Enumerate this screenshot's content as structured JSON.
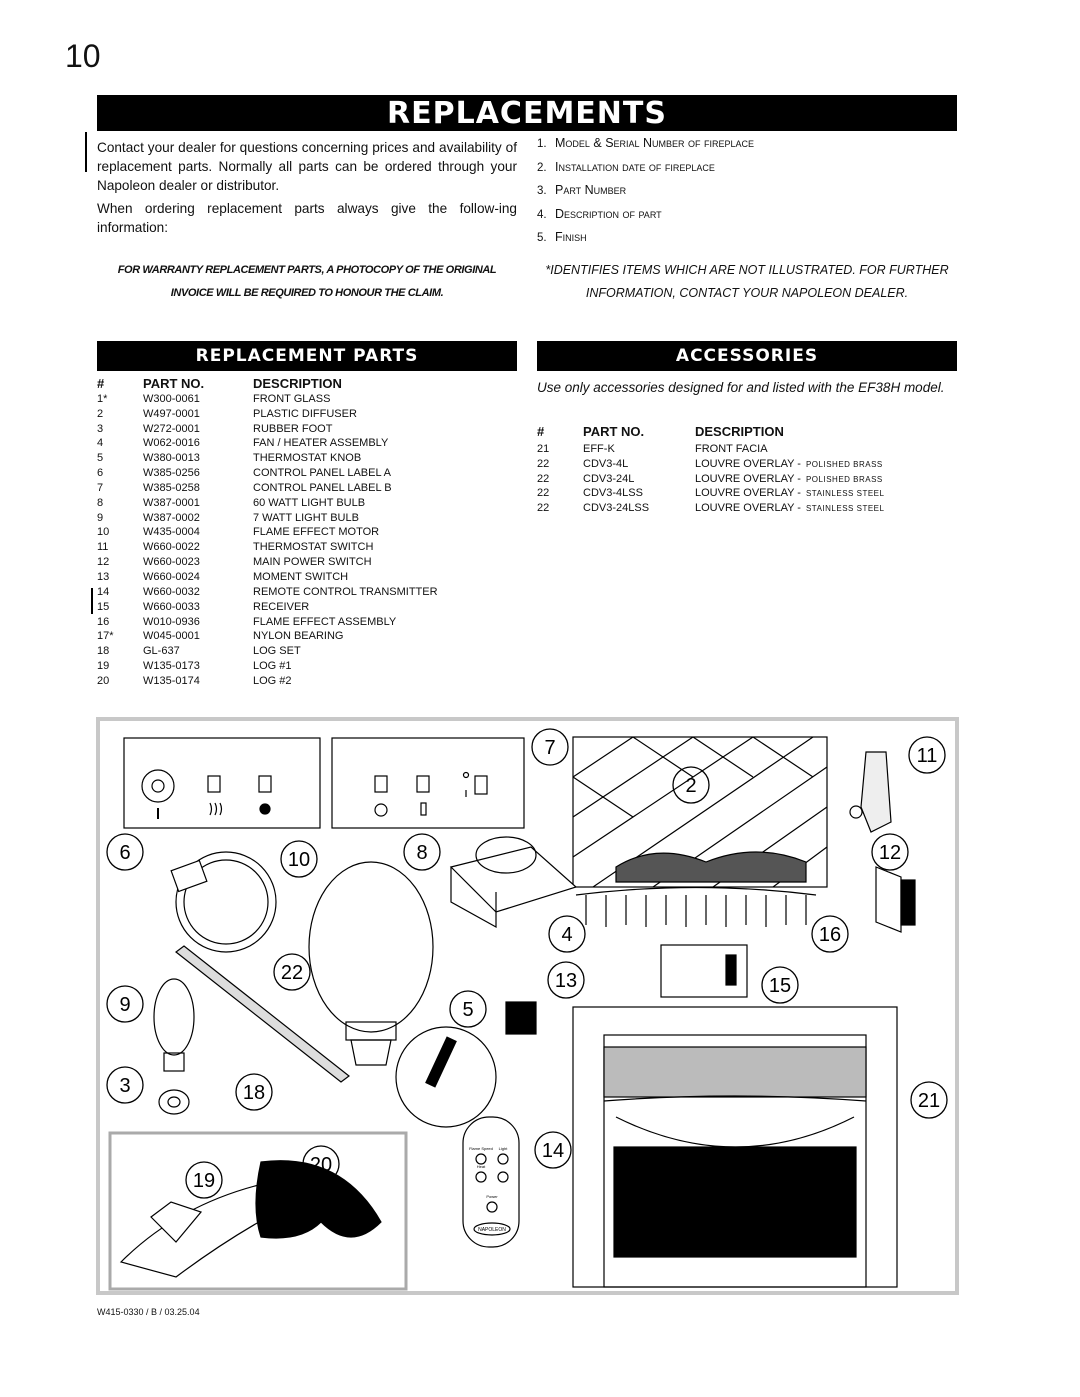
{
  "page_number": "10",
  "title": "REPLACEMENTS",
  "intro": [
    "Contact your dealer for questions concerning prices and availability of replacement parts. Normally all parts can be ordered through your Napoleon dealer or distributor.",
    "When ordering replacement parts always give the follow-ing information:"
  ],
  "info_list": [
    {
      "n": "1.",
      "text": "Model & Serial Number of fireplace"
    },
    {
      "n": "2.",
      "text": "Installation date of fireplace"
    },
    {
      "n": "3.",
      "text": "Part Number"
    },
    {
      "n": "4.",
      "text": "Description of part"
    },
    {
      "n": "5.",
      "text": "Finish"
    }
  ],
  "warranty_note": "FOR WARRANTY REPLACEMENT PARTS, A PHOTOCOPY OF THE ORIGINAL INVOICE WILL BE REQUIRED TO HONOUR THE CLAIM.",
  "identifies_note": "*IDENTIFIES ITEMS WHICH ARE NOT ILLUSTRATED. FOR FURTHER INFORMATION, CONTACT YOUR NAPOLEON DEALER.",
  "parts": {
    "heading": "REPLACEMENT PARTS",
    "columns": [
      "#",
      "PART NO.",
      "DESCRIPTION"
    ],
    "rows": [
      [
        "1*",
        "W300-0061",
        "FRONT GLASS"
      ],
      [
        "2",
        "W497-0001",
        "PLASTIC DIFFUSER"
      ],
      [
        "3",
        "W272-0001",
        "RUBBER FOOT"
      ],
      [
        "4",
        "W062-0016",
        "FAN / HEATER ASSEMBLY"
      ],
      [
        "5",
        "W380-0013",
        "THERMOSTAT KNOB"
      ],
      [
        "6",
        "W385-0256",
        "CONTROL PANEL LABEL A"
      ],
      [
        "7",
        "W385-0258",
        "CONTROL PANEL LABEL B"
      ],
      [
        "8",
        "W387-0001",
        "60 WATT LIGHT BULB"
      ],
      [
        "9",
        "W387-0002",
        "7 WATT LIGHT BULB"
      ],
      [
        "10",
        "W435-0004",
        "FLAME EFFECT MOTOR"
      ],
      [
        "11",
        "W660-0022",
        "THERMOSTAT SWITCH"
      ],
      [
        "12",
        "W660-0023",
        "MAIN POWER SWITCH"
      ],
      [
        "13",
        "W660-0024",
        "MOMENT SWITCH"
      ],
      [
        "14",
        "W660-0032",
        "REMOTE CONTROL TRANSMITTER"
      ],
      [
        "15",
        "W660-0033",
        "RECEIVER"
      ],
      [
        "16",
        "W010-0936",
        "FLAME EFFECT ASSEMBLY"
      ],
      [
        "17*",
        "W045-0001",
        "NYLON BEARING"
      ],
      [
        "18",
        "GL-637",
        "LOG SET"
      ],
      [
        "19",
        "W135-0173",
        "LOG #1"
      ],
      [
        "20",
        "W135-0174",
        "LOG #2"
      ]
    ]
  },
  "accessories": {
    "heading": "ACCESSORIES",
    "note": "Use only accessories designed for and listed with the EF38H model.",
    "columns": [
      "#",
      "PART NO.",
      "DESCRIPTION"
    ],
    "rows": [
      {
        "n": "21",
        "part": "EFF-K",
        "desc": "FRONT FACIA",
        "finish": ""
      },
      {
        "n": "22",
        "part": "CDV3-4L",
        "desc": "LOUVRE OVERLAY -",
        "finish": "POLISHED BRASS"
      },
      {
        "n": "22",
        "part": "CDV3-24L",
        "desc": "LOUVRE OVERLAY -",
        "finish": "POLISHED BRASS"
      },
      {
        "n": "22",
        "part": "CDV3-4LSS",
        "desc": "LOUVRE OVERLAY -",
        "finish": "STAINLESS STEEL"
      },
      {
        "n": "22",
        "part": "CDV3-24LSS",
        "desc": "LOUVRE OVERLAY -",
        "finish": "STAINLESS STEEL"
      }
    ]
  },
  "diagram": {
    "callouts": [
      "7",
      "11",
      "2",
      "6",
      "10",
      "8",
      "12",
      "4",
      "16",
      "22",
      "13",
      "15",
      "9",
      "5",
      "3",
      "18",
      "21",
      "14",
      "20",
      "19"
    ],
    "remote_labels": [
      "Flame Speed",
      "Light",
      "Heat",
      "Power"
    ],
    "logo_text": "NAPOLEON"
  },
  "footer": "W415-0330 / B / 03.25.04"
}
